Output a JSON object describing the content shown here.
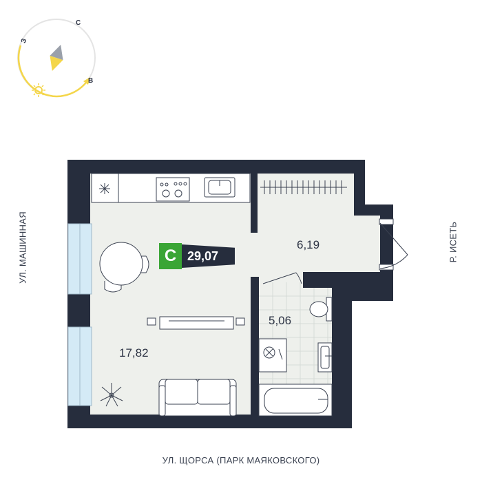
{
  "compass": {
    "north": "С",
    "east": "В",
    "west": "З"
  },
  "badge": {
    "letter": "С",
    "total_area": "29,07"
  },
  "rooms": {
    "living": "17,82",
    "hall": "6,19",
    "bathroom": "5,06"
  },
  "streets": {
    "bottom": "УЛ. ЩОРСА (ПАРК МАЯКОВСКОГО)",
    "left": "УЛ. МАШИННАЯ",
    "right": "Р. ИСЕТЬ"
  },
  "colors": {
    "wall": "#262d3d",
    "floor": "#eef0ec",
    "accent": "#3aa535",
    "sun": "#f4d64a",
    "window": "#d4eaf6"
  }
}
